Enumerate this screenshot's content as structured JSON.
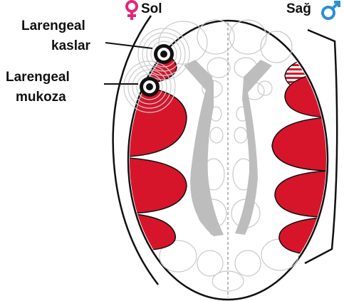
{
  "header": {
    "left_label": "Sol",
    "right_label": "Sağ",
    "left_symbol_icon": "female-symbol-icon",
    "right_symbol_icon": "male-symbol-icon"
  },
  "annotations": {
    "line1a": "Larengeal",
    "line1b": "kaslar",
    "line2a": "Larengeal",
    "line2b": "mukoza"
  },
  "colors": {
    "tissue_red": "#d6152b",
    "gray_band": "#bdbdbd",
    "outline": "#111111",
    "female_symbol": "#e0287a",
    "male_symbol": "#2a8fd6"
  }
}
